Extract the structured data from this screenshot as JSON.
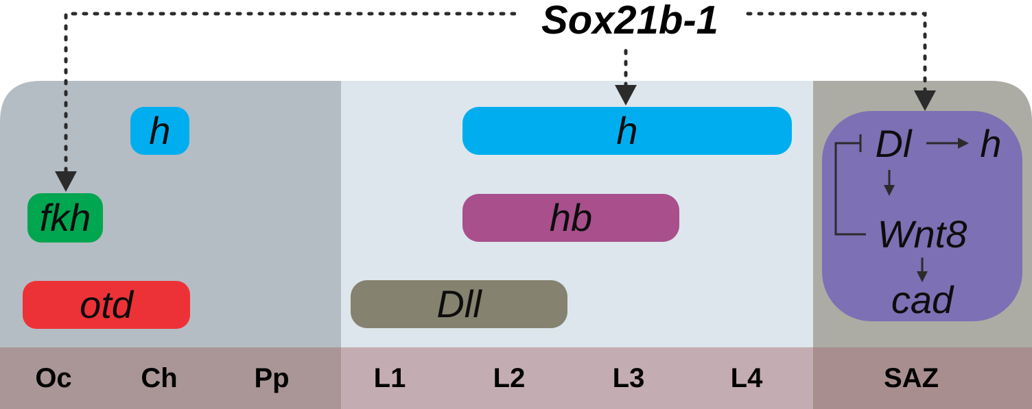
{
  "title": "Sox21b-1",
  "segments": [
    "Oc",
    "Ch",
    "Pp",
    "L1",
    "L2",
    "L3",
    "L4",
    "SAZ"
  ],
  "genes": {
    "h_head": "h",
    "fkh": "fkh",
    "otd": "otd",
    "h_legs": "h",
    "hb": "hb",
    "dll": "Dll"
  },
  "saz_network": {
    "dl": "Dl",
    "h": "h",
    "wnt8": "Wnt8",
    "cad": "cad"
  },
  "colors": {
    "head_region": "#b5bdc4",
    "leg_region": "#dce6ec",
    "saz_region": "#acaca4",
    "segment_bar_head": "#aa9696",
    "segment_bar_legs": "#c4adb2",
    "segment_bar_saz": "#a88e8e",
    "h": "#00aeef",
    "fkh": "#00a650",
    "otd": "#ed3237",
    "hb": "#a84f8c",
    "dll": "#85826f",
    "saz_box": "#7d70b4"
  }
}
